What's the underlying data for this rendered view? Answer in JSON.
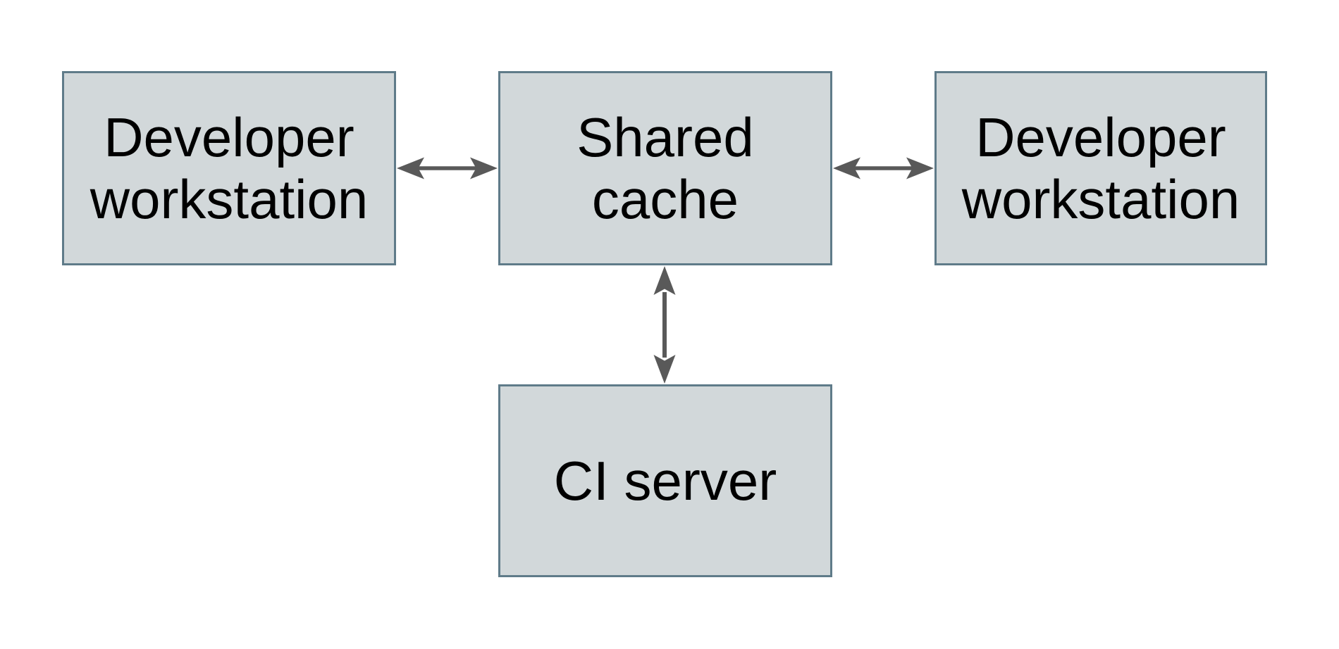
{
  "diagram": {
    "title": "",
    "background_color": "#ffffff",
    "node_fill_color": "#d2d8da",
    "node_border_color": "#5f7b89",
    "arrow_color": "#595959",
    "text_color": "#000000",
    "nodes": [
      {
        "id": "developer-workstation-left",
        "label": "Developer\nworkstation"
      },
      {
        "id": "shared-cache",
        "label": "Shared\ncache"
      },
      {
        "id": "developer-workstation-right",
        "label": "Developer\nworkstation"
      },
      {
        "id": "ci-server",
        "label": "CI server"
      }
    ],
    "edges": [
      {
        "from": "developer-workstation-left",
        "to": "shared-cache",
        "direction": "bidirectional",
        "orientation": "horizontal"
      },
      {
        "from": "shared-cache",
        "to": "developer-workstation-right",
        "direction": "bidirectional",
        "orientation": "horizontal"
      },
      {
        "from": "shared-cache",
        "to": "ci-server",
        "direction": "bidirectional",
        "orientation": "vertical"
      }
    ]
  }
}
